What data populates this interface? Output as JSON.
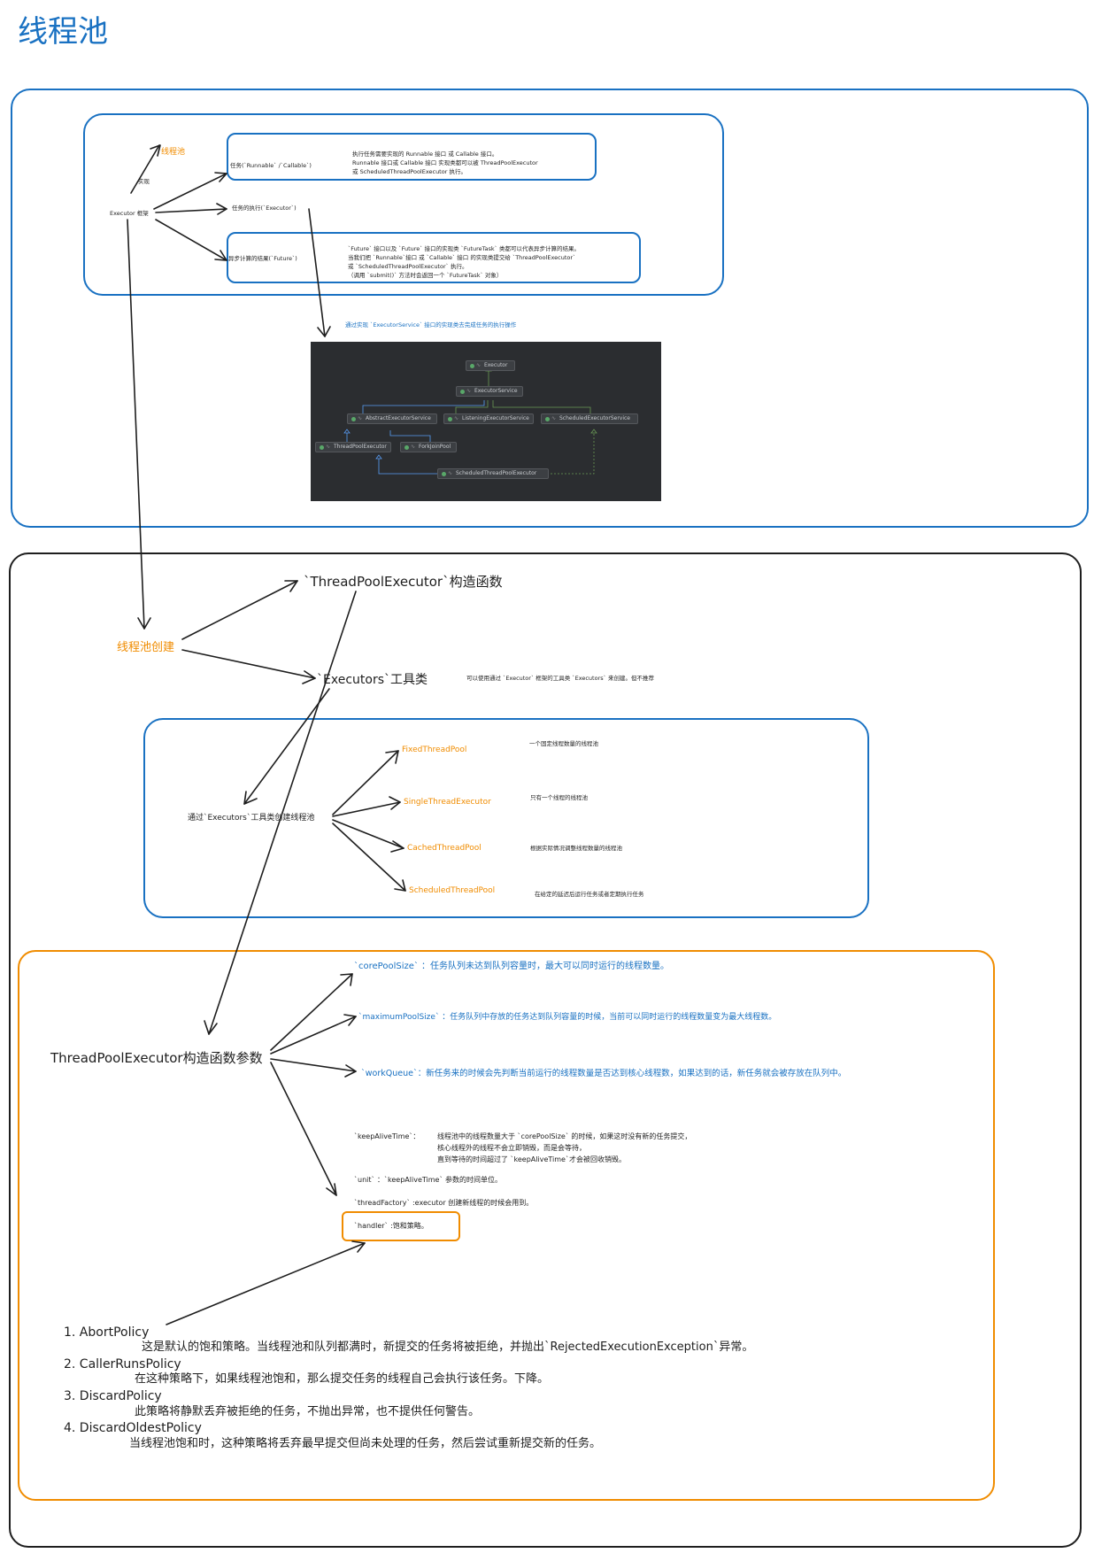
{
  "page_title": "线程池",
  "section1": {
    "thread_pool_label": "线程池",
    "impl_label": "实现",
    "executor_framework": "Executor 框架",
    "task_label": "任务(`Runnable` /`Callable`)",
    "task_desc": [
      "执行任务需要实现的 Runnable 接口 或 Callable 接口。",
      "Runnable 接口或 Callable 接口 实现类都可以被 ThreadPoolExecutor",
      "或 ScheduledThreadPoolExecutor 执行。"
    ],
    "execution_label": "任务的执行(`Executor`)",
    "result_label": "异步计算的结果(`Future`)",
    "result_desc": [
      "`Future` 接口以及 `Future` 接口的实现类 `FutureTask` 类都可以代表异步计算的结果。",
      "当我们把 `Runnable`接口 或 `Callable` 接口 的实现类提交给 `ThreadPoolExecutor`",
      "或 `ScheduledThreadPoolExecutor` 执行。",
      "（调用 `submit()` 方法时会返回一个 `FutureTask` 对象）"
    ],
    "executor_service_note": "通过实现 `ExecutorService` 接口的实现类去完成任务的执行操作"
  },
  "class_diagram": {
    "nodes": {
      "executor": "Executor",
      "executor_service": "ExecutorService",
      "abstract_executor_service": "AbstractExecutorService",
      "listening_executor_service": "ListeningExecutorService",
      "scheduled_executor_service": "ScheduledExecutorService",
      "thread_pool_executor": "ThreadPoolExecutor",
      "fork_join_pool": "ForkJoinPool",
      "scheduled_thread_pool_executor": "ScheduledThreadPoolExecutor"
    },
    "colors": {
      "background": "#2b2d30",
      "node": "#3c3f43",
      "icon": "#59a869",
      "arrow_impl": "#589df6",
      "arrow_ext": "#6a9955"
    }
  },
  "section2": {
    "creation": "线程池创建",
    "constructor": "`ThreadPoolExecutor`构造函数",
    "executors_class": "`Executors`工具类",
    "executors_note": "可以使用通过 `Executor` 框架的工具类 `Executors` 来创建。但不推荐",
    "via_executors": "通过`Executors`工具类创建线程池",
    "pools": [
      {
        "name": "FixedThreadPool",
        "desc": "一个固定线程数量的线程池"
      },
      {
        "name": "SingleThreadExecutor",
        "desc": "只有一个线程的线程池"
      },
      {
        "name": "CachedThreadPool",
        "desc": "根据实际情况调整线程数量的线程池"
      },
      {
        "name": "ScheduledThreadPool",
        "desc": "在给定的延迟后运行任务或者定期执行任务"
      }
    ],
    "params_title": "ThreadPoolExecutor构造函数参数",
    "params": {
      "core": "`corePoolSize` ：任务队列未达到队列容量时，最大可以同时运行的线程数量。",
      "max": "`maximumPoolSize` ：任务队列中存放的任务达到队列容量的时候，当前可以同时运行的线程数量变为最大线程数。",
      "queue": "`workQueue`：新任务来的时候会先判断当前运行的线程数量是否达到核心线程数，如果达到的话，新任务就会被存放在队列中。",
      "keepalive_label": "`keepAliveTime`：",
      "keepalive_lines": [
        "线程池中的线程数量大于 `corePoolSize` 的时候，如果这时没有新的任务提交，",
        "核心线程外的线程不会立即销毁，而是会等待，",
        "直到等待的时间超过了 `keepAliveTime`才会被回收销毁。"
      ],
      "unit": "`unit` ：`keepAliveTime` 参数的时间单位。",
      "factory": "`threadFactory` :executor 创建新线程的时候会用到。",
      "handler": "`handler` :饱和策略。"
    },
    "policies": [
      {
        "name": "1.  AbortPolicy",
        "desc": "这是默认的饱和策略。当线程池和队列都满时，新提交的任务将被拒绝，并抛出`RejectedExecutionException`异常。"
      },
      {
        "name": "2.  CallerRunsPolicy",
        "desc": "在这种策略下，如果线程池饱和，那么提交任务的线程自己会执行该任务。下降。"
      },
      {
        "name": "3.  DiscardPolicy",
        "desc": "此策略将静默丢弃被拒绝的任务，不抛出异常，也不提供任何警告。"
      },
      {
        "name": "4.  DiscardOldestPolicy",
        "desc": "当线程池饱和时，这种策略将丢弃最早提交但尚未处理的任务，然后尝试重新提交新的任务。"
      }
    ]
  },
  "colors": {
    "blue": "#1971c2",
    "orange": "#f08c00",
    "stroke": "#1e1e1e"
  }
}
